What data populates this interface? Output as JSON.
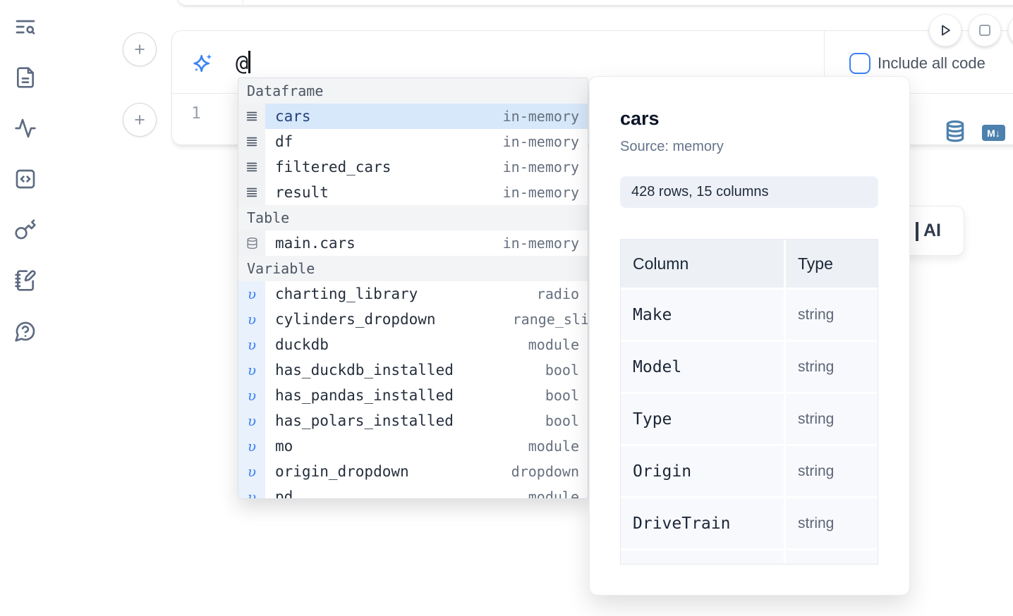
{
  "colors": {
    "accent_blue": "#3c83f6",
    "steel_blue": "#4d81ad",
    "selected_row_bg": "#d7e8fb",
    "section_header_bg": "#f3f4f6",
    "badge_bg": "#edf1f7",
    "border": "#e7e8ec"
  },
  "sidebar": {
    "icons": [
      "toc-search",
      "file-text",
      "activity",
      "code-square",
      "key",
      "notebook-pen",
      "help-chat"
    ]
  },
  "run_controls": {
    "run_icon": "play-icon",
    "stop_icon": "stop-icon"
  },
  "cell": {
    "prompt_value": "@",
    "include_all_code_label": "Include all code",
    "line_number": "1",
    "datasource_icon": "database-icon",
    "markdown_badge": "M↓"
  },
  "autocomplete": {
    "sections": [
      {
        "label": "Dataframe",
        "icon": "rows",
        "gutter": "g-gray",
        "items": [
          {
            "name": "cars",
            "type": "in-memory",
            "selected": true
          },
          {
            "name": "df",
            "type": "in-memory"
          },
          {
            "name": "filtered_cars",
            "type": "in-memory"
          },
          {
            "name": "result",
            "type": "in-memory"
          }
        ]
      },
      {
        "label": "Table",
        "icon": "database",
        "gutter": "g-gray",
        "items": [
          {
            "name": "main.cars",
            "type": "in-memory"
          }
        ]
      },
      {
        "label": "Variable",
        "icon": "variable",
        "gutter": "g-blue",
        "items": [
          {
            "name": "charting_library",
            "type": "radio"
          },
          {
            "name": "cylinders_dropdown",
            "type": "range_sli",
            "flush": true
          },
          {
            "name": "duckdb",
            "type": "module"
          },
          {
            "name": "has_duckdb_installed",
            "type": "bool"
          },
          {
            "name": "has_pandas_installed",
            "type": "bool"
          },
          {
            "name": "has_polars_installed",
            "type": "bool"
          },
          {
            "name": "mo",
            "type": "module"
          },
          {
            "name": "origin_dropdown",
            "type": "dropdown"
          },
          {
            "name": "pd",
            "type": "module"
          }
        ]
      }
    ]
  },
  "preview_panel": {
    "title": "cars",
    "source": "Source: memory",
    "shape_badge": "428 rows, 15 columns",
    "table": {
      "headers": [
        "Column",
        "Type"
      ],
      "rows": [
        [
          "Make",
          "string"
        ],
        [
          "Model",
          "string"
        ],
        [
          "Type",
          "string"
        ],
        [
          "Origin",
          "string"
        ],
        [
          "DriveTrain",
          "string"
        ],
        [
          "",
          ""
        ]
      ]
    }
  },
  "ai_button": {
    "visible_label": "AI"
  }
}
